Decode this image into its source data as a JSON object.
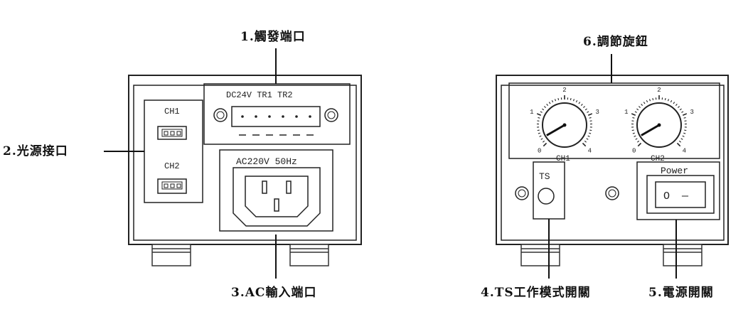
{
  "callouts": {
    "trigger_port": "1.觸發端口",
    "light_interface": "2.光源接口",
    "ac_input": "3.AC輸入端口",
    "ts_switch": "4.TS工作模式開關",
    "power_switch": "5.電源開關",
    "adjust_knob": "6.調節旋鈕"
  },
  "front_panel": {
    "ch1_label": "CH1",
    "ch2_label": "CH2",
    "dc_label": "DC24V TR1 TR2",
    "ac_label": "AC220V 50Hz"
  },
  "rear_panel": {
    "knob_ch1_label": "CH1",
    "knob_ch2_label": "CH2",
    "knob_scale": [
      "0",
      "1",
      "2",
      "3",
      "4"
    ],
    "ts_label": "TS",
    "power_label": "Power",
    "switch_on_glyph": "—",
    "switch_off_glyph": "O"
  }
}
